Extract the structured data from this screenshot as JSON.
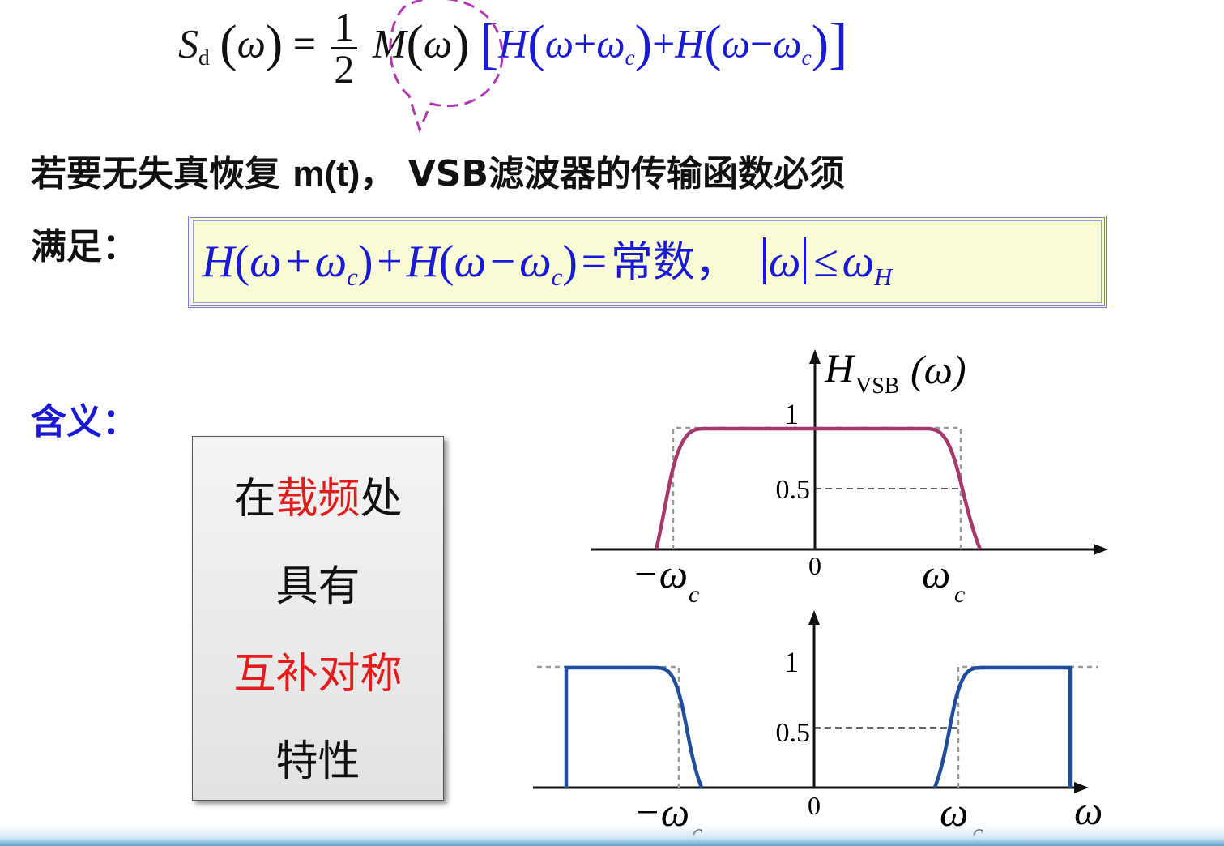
{
  "formula_top": {
    "lhs_symbol": "S",
    "lhs_subscript": "d",
    "omega": "ω",
    "numerator": "1",
    "denominator": "2",
    "M": "M",
    "H": "H",
    "omega_c_sub": "c",
    "plus": "+",
    "minus": "−",
    "equals": "="
  },
  "line1": {
    "prefix": "若要无失真恢复 ",
    "signal": "m(t)",
    "suffix": "， VSB滤波器的传输函数必须"
  },
  "line2": {
    "label": "满足："
  },
  "condition": {
    "H": "H",
    "omega": "ω",
    "sub_c": "c",
    "sub_H": "H",
    "const_text": "常数，",
    "le": "≤",
    "plus": "+",
    "minus": "−",
    "equals": "="
  },
  "meaning": {
    "label": "含义：",
    "box": {
      "l1_a": "在",
      "l1_b": "载频",
      "l1_c": "处",
      "l2": "具有",
      "l3": "互补对称",
      "l4": "特性"
    }
  },
  "charts": {
    "top": {
      "ylabel_H": "H",
      "ylabel_sub": "VSB",
      "ylabel_arg": "(ω)",
      "tick_1": "1",
      "tick_05": "0.5",
      "origin": "0",
      "neg_wc": "−ω",
      "pos_wc": "ω",
      "wc_sub": "c"
    },
    "bottom": {
      "tick_1": "1",
      "tick_05": "0.5",
      "origin": "0",
      "neg_wc": "−ω",
      "pos_wc": "ω",
      "wc_sub": "c",
      "x_label": "ω"
    },
    "colors": {
      "top_curve": "#a5396e",
      "bottom_curve": "#1f4f9c",
      "ideal": "#999999",
      "axis": "#111111"
    }
  }
}
